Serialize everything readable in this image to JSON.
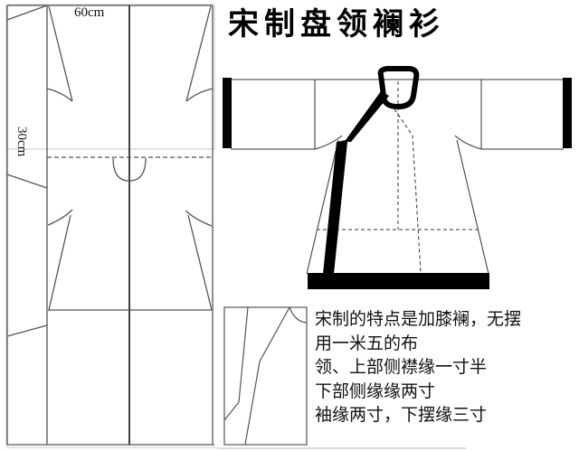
{
  "title": "宋制盘领襕衫",
  "pattern": {
    "width_label": "60cm",
    "sleeve_label": "30cm"
  },
  "notes": [
    "宋制的特点是加膝襕，无摆",
    "用一米五的布",
    "领、上部侧襟缘一寸半",
    "下部侧缘缘两寸",
    "袖缘两寸，下摆缘三寸"
  ],
  "colors": {
    "line": "#555555",
    "trim": "#000000",
    "background": "#ffffff"
  }
}
